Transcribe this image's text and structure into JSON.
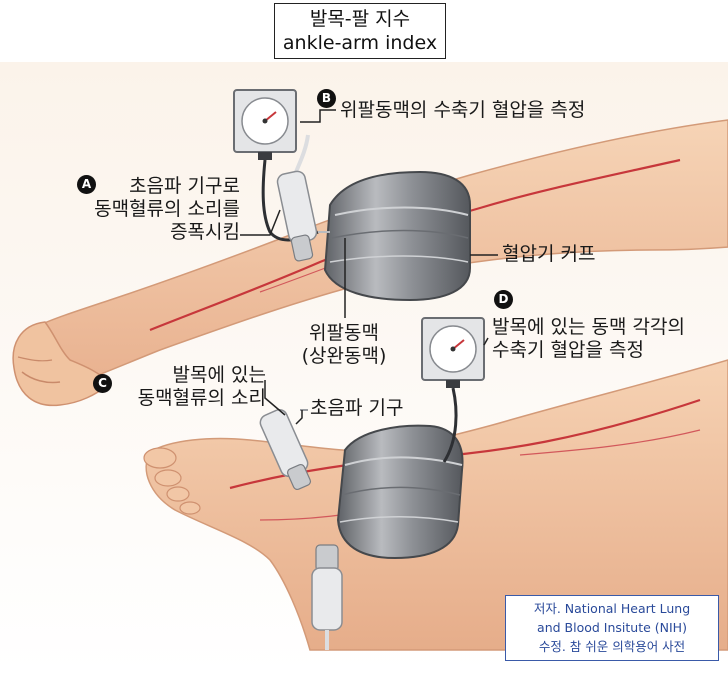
{
  "title": {
    "line1": "발목-팔 지수",
    "line2": "ankle-arm index"
  },
  "labels": {
    "A": {
      "badge": "A",
      "lines": [
        "초음파 기구로",
        "동맥혈류의 소리를",
        "증폭시킴"
      ]
    },
    "B": {
      "badge": "B",
      "text": "위팔동맥의 수축기 혈압을 측정"
    },
    "C": {
      "badge": "C",
      "lines": [
        "발목에 있는",
        "동맥혈류의 소리"
      ]
    },
    "D": {
      "badge": "D",
      "lines": [
        "발목에 있는 동맥 각각의",
        "수축기 혈압을 측정"
      ]
    },
    "cuff": "혈압기 커프",
    "brachial": [
      "위팔동맥",
      "(상완동맥)"
    ],
    "doppler": "초음파 기구"
  },
  "credit": {
    "line1": "저자. National Heart Lung",
    "line2": "and Blood Insitute (NIH)",
    "line3": "수정. 참 쉬운 의학용어 사전"
  },
  "colors": {
    "skin": "#f3c9a8",
    "skin_shadow": "#e3a988",
    "artery": "#c7373b",
    "cuff": "#8a8d92",
    "gauge_bg": "#e9eaec",
    "credit_border": "#3a5aa8"
  }
}
